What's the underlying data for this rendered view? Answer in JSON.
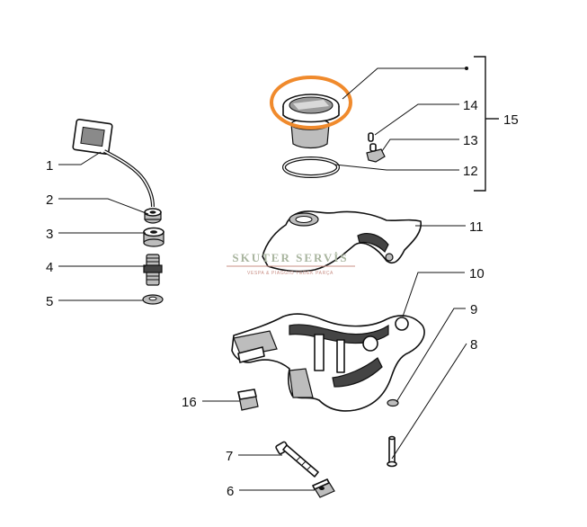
{
  "callouts": [
    "1",
    "2",
    "3",
    "4",
    "5",
    "6",
    "7",
    "8",
    "9",
    "10",
    "11",
    "12",
    "13",
    "14",
    "15",
    "16"
  ],
  "watermark": {
    "title": "SKUTER SERVİS",
    "subtitle": "VESPA & PIAGGIO YEDEK PARÇA"
  },
  "colors": {
    "highlight": "#f08a2c",
    "line": "#111111",
    "watermark_title": "#a9b59f",
    "watermark_sub": "#c98f86"
  }
}
